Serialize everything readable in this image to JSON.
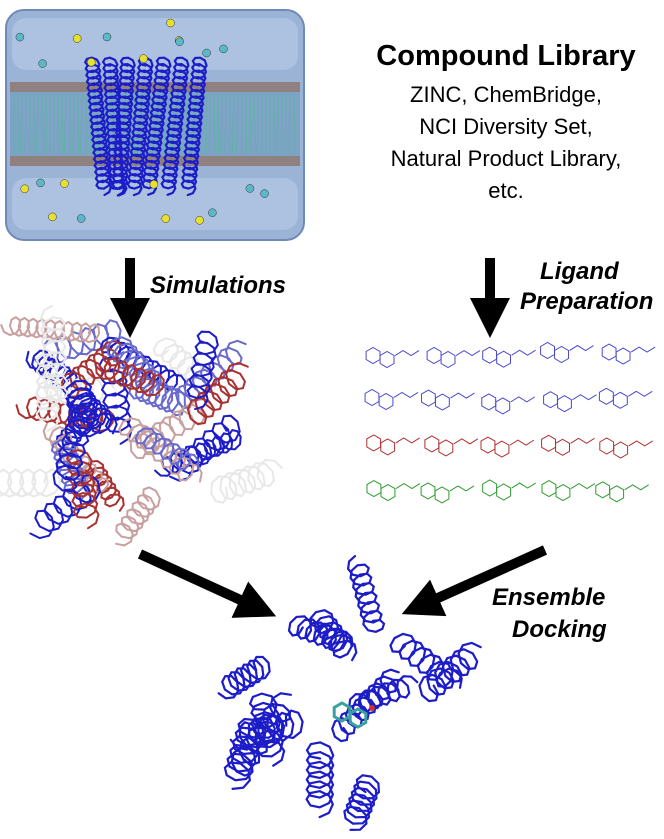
{
  "library": {
    "title": "Compound Library",
    "sources": [
      "ZINC, ChemBridge,",
      "NCI Diversity Set,",
      "Natural Product Library,",
      "etc."
    ]
  },
  "steps": {
    "simulations": "Simulations",
    "ligand_preparation": [
      "Ligand",
      "Preparation"
    ],
    "ensemble_docking": [
      "Ensemble",
      "Docking"
    ]
  },
  "colors": {
    "membrane_box": "#9bb4d6",
    "protein": "#1c1cc8",
    "ensemble_red": "#a83232",
    "ensemble_white": "#e8e8e8",
    "ligand_blue": "#4a4acc",
    "ligand_red": "#b03030",
    "ligand_green": "#2f9a2f",
    "ligand_black": "#222222",
    "ion_yellow": "#e8e030",
    "ion_cyan": "#5ab8c8",
    "bound_ligand": "#3aa0a0"
  }
}
